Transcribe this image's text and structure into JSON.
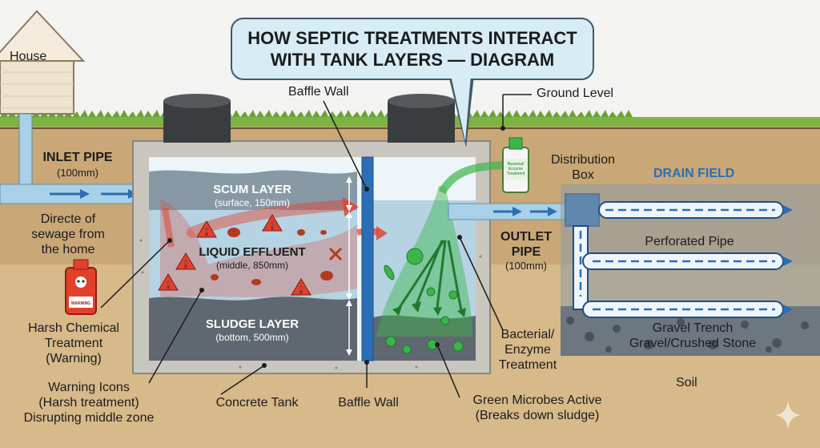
{
  "title": {
    "line1": "HOW SEPTIC TREATMENTS INTERACT",
    "line2": "WITH TANK LAYERS — DIAGRAM"
  },
  "labels": {
    "house": "House",
    "inlet_pipe": "INLET PIPE",
    "inlet_size": "(100mm)",
    "sewage_line1": "Directe of",
    "sewage_line2": "sewage from",
    "sewage_line3": "the home",
    "harsh_line1": "Harsh Chemical",
    "harsh_line2": "Treatment",
    "harsh_line3": "(Warning)",
    "warning_bottle_text": "WARNING",
    "warn_icons_line1": "Warning Icons",
    "warn_icons_line2": "(Harsh treatment)",
    "warn_icons_line3": "Disrupting middle zone",
    "concrete_tank": "Concrete Tank",
    "baffle_wall_top": "Baffle Wall",
    "baffle_wall_bottom": "Baffle Wall",
    "scum_layer": "SCUM LAYER",
    "scum_sub": "(surface, 150mm)",
    "liquid_effluent": "LIQUID EFFLUENT",
    "liquid_sub": "(middle, 850mm)",
    "sludge_layer": "SLUDGE LAYER",
    "sludge_sub": "(bottom, 500mm)",
    "ground_level": "Ground Level",
    "bottle_text_line1": "Bacterial/",
    "bottle_text_line2": "Enzyme",
    "bottle_text_line3": "Treatment",
    "distribution_line1": "Distribution",
    "distribution_line2": "Box",
    "drain_field": "DRAIN FIELD",
    "outlet_line1": "OUTLET",
    "outlet_line2": "PIPE",
    "outlet_size": "(100mm)",
    "perforated_pipe": "Perforated Pipe",
    "gravel_trench": "Gravel Trench",
    "gravel_stone": "Gravel/Crushed Stone",
    "bacterial_line1": "Bacterial/",
    "bacterial_line2": "Enzyme",
    "bacterial_line3": "Treatment",
    "soil": "Soil",
    "microbes_line1": "Green Microbes Active",
    "microbes_line2": "(Breaks down sludge)"
  },
  "colors": {
    "soil": "#d7b98a",
    "concrete": "#c9c6bf",
    "water": "#b5d3e3",
    "scum": "#8899a6",
    "sludge": "#5f6870",
    "pipe": "#a8d0e6",
    "pipe_dark": "#2a6fb5",
    "harsh_red": "#e2402b",
    "microbe_green": "#3bb54a",
    "drain_field_text": "#2a6fb5",
    "title_bg": "#d7ecf5"
  }
}
